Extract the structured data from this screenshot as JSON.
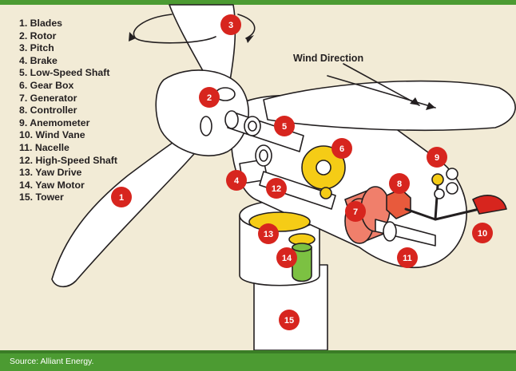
{
  "legend": [
    "1. Blades",
    "2. Rotor",
    "3. Pitch",
    "4. Brake",
    "5. Low-Speed Shaft",
    "6. Gear Box",
    "7. Generator",
    "8. Controller",
    "9. Anemometer",
    "10. Wind Vane",
    "11. Nacelle",
    "12. High-Speed Shaft",
    "13. Yaw Drive",
    "14. Yaw Motor",
    "15. Tower"
  ],
  "wind_direction_label": "Wind Direction",
  "source": "Source: Alliant Energy.",
  "callouts": [
    "1",
    "2",
    "3",
    "4",
    "5",
    "6",
    "7",
    "8",
    "9",
    "10",
    "11",
    "12",
    "13",
    "14",
    "15"
  ],
  "colors": {
    "background": "#f2ebd6",
    "footer": "#4c9b32",
    "callout": "#d7251e",
    "gear": "#f5cc16",
    "generator": "#f07f6b",
    "controller": "#e85a3c",
    "yaw_motor": "#7cc142",
    "outline": "#231f20"
  }
}
